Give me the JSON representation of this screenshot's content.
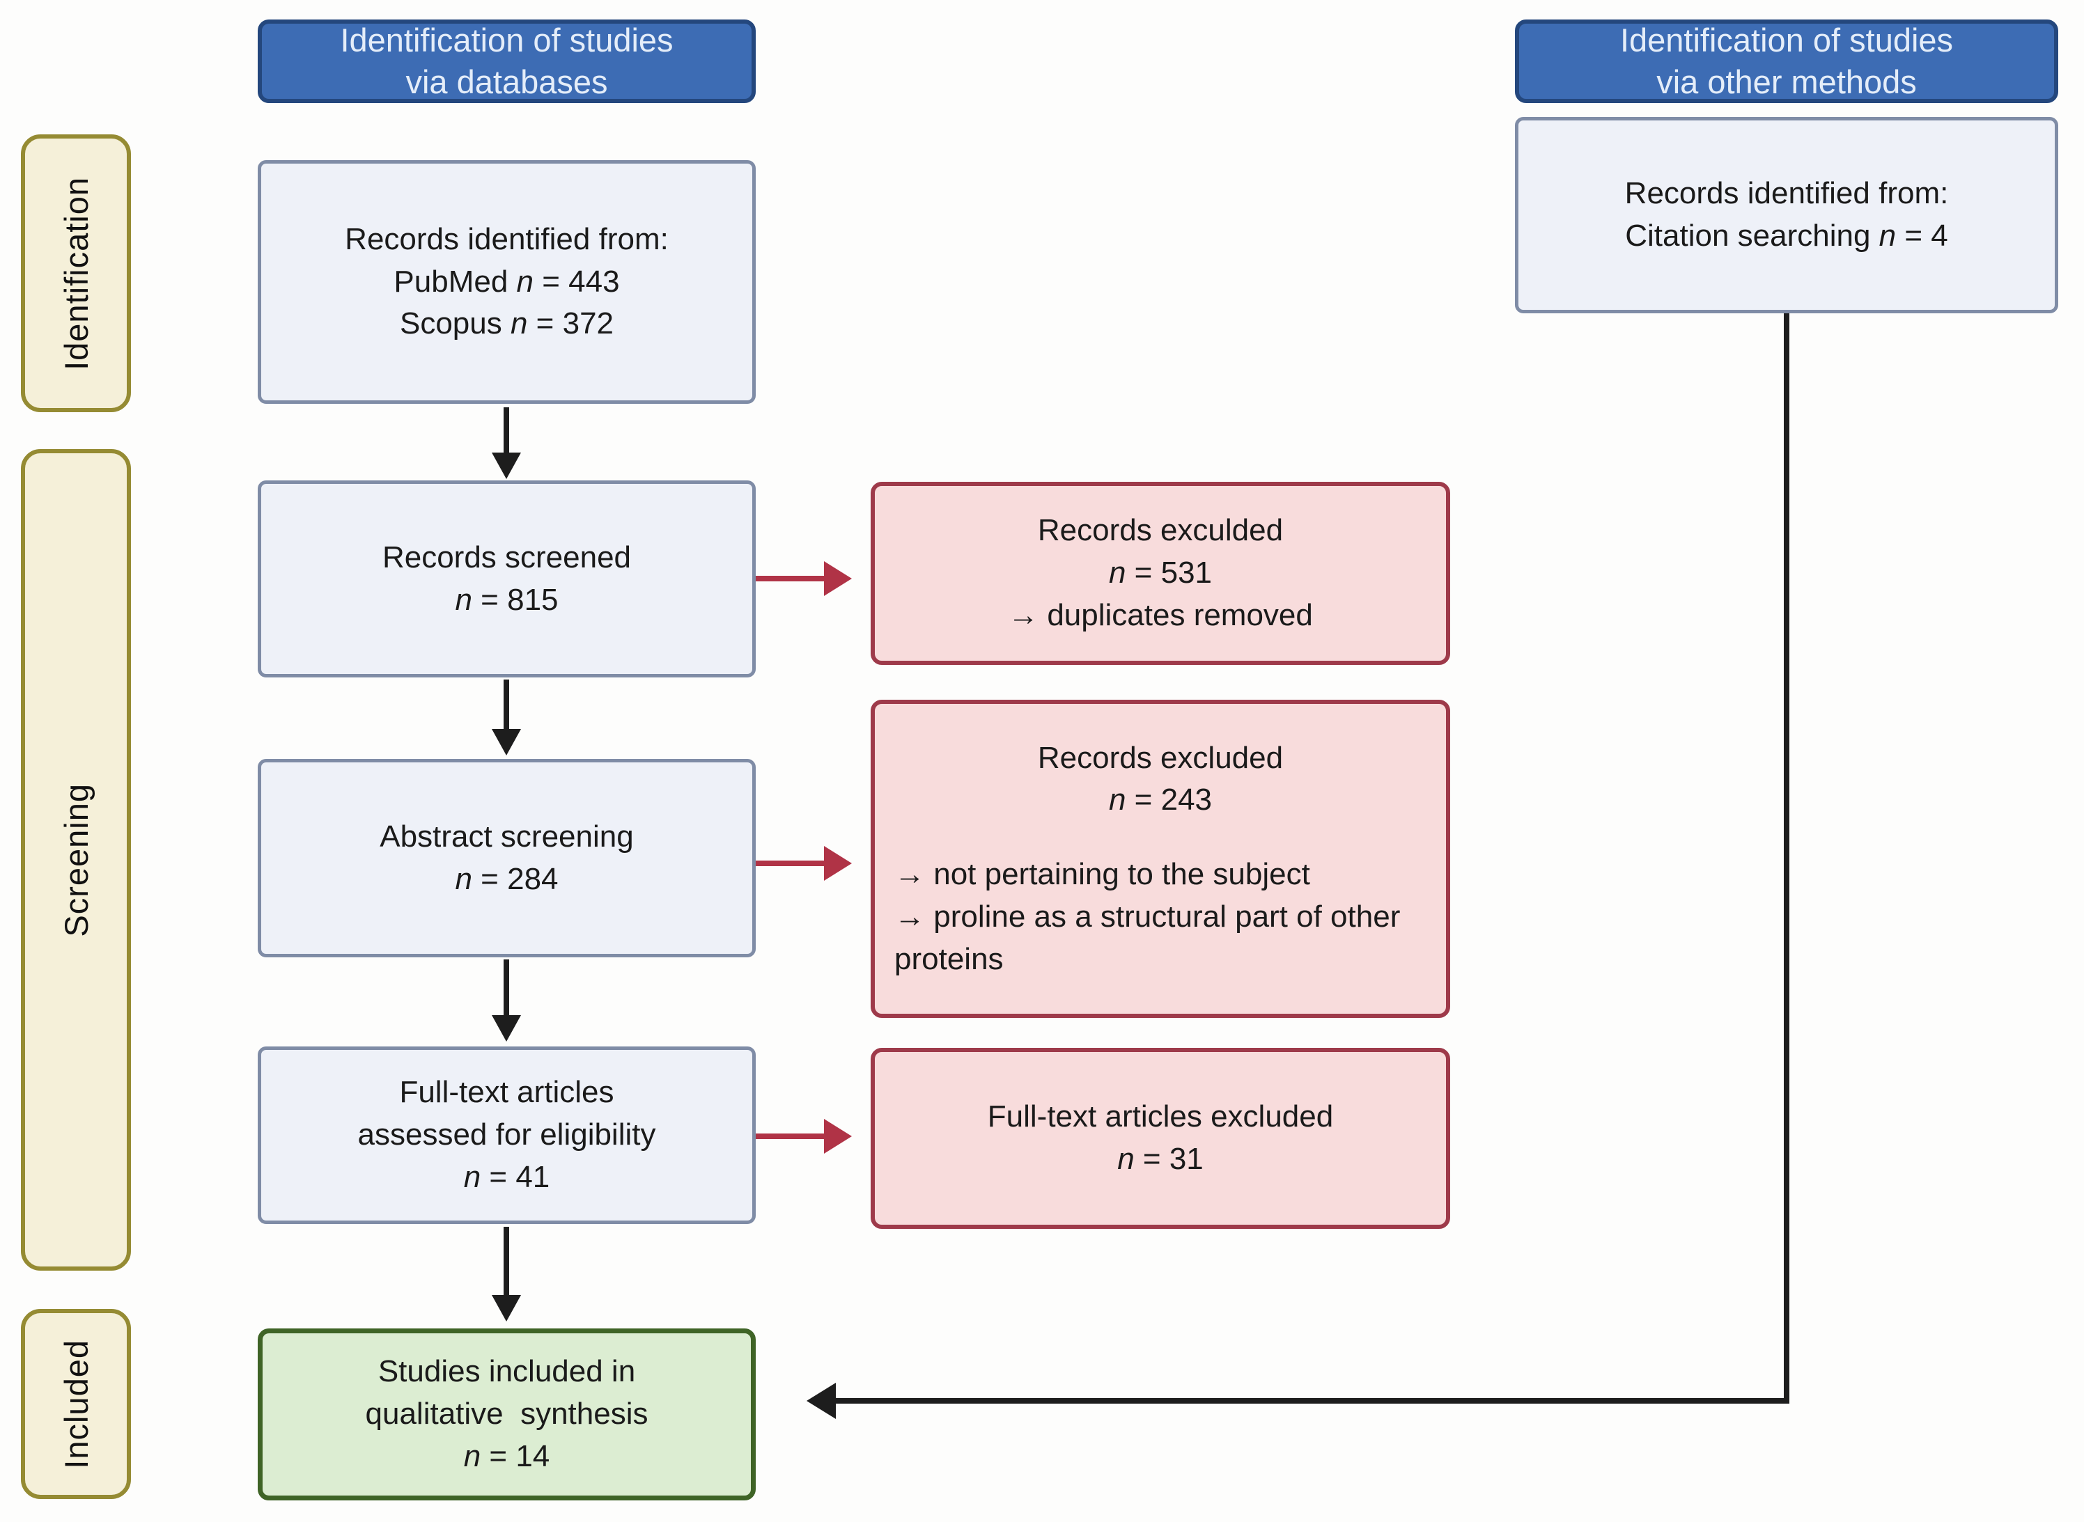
{
  "colors": {
    "header_fill": "#3d6cb4",
    "header_border": "#24477d",
    "header_text": "#e4edf9",
    "box_fill": "#eef1f8",
    "box_border": "#7f8ca6",
    "red_fill": "#f8dcdc",
    "red_border": "#9e3a4a",
    "green_fill": "#dcedd2",
    "green_border": "#3f6426",
    "label_fill": "#f5f0d9",
    "label_border": "#958b33",
    "arrow_black": "#1d1d1d",
    "arrow_red": "#b03346"
  },
  "stage_labels": {
    "identification": "Identification",
    "screening": "Screening",
    "included": "Included"
  },
  "headers": {
    "databases": {
      "line1": "Identification of studies",
      "line2": "via databases"
    },
    "other": {
      "line1": "Identification of studies",
      "line2": "via other methods"
    }
  },
  "boxes": {
    "records_identified": {
      "title": "Records identified from:",
      "items": [
        {
          "pre": "PubMed ",
          "n": "n",
          "post": " = 443"
        },
        {
          "pre": "Scopus ",
          "n": "n",
          "post": " = 372"
        }
      ]
    },
    "records_screened": {
      "title": "Records screened",
      "n": "n",
      "post": " = 815"
    },
    "abstract_screening": {
      "title": "Abstract screening",
      "n": "n",
      "post": " = 284"
    },
    "fulltext_assessed": {
      "line1": "Full-text articles",
      "line2": "assessed for eligibility",
      "n": "n",
      "post": " = 41"
    },
    "studies_included": {
      "line1": "Studies included in",
      "line2": "qualitative  synthesis",
      "n": "n",
      "post": " = 14"
    },
    "records_excluded_1": {
      "title": "Records exculded",
      "n": "n",
      "post": " = 531",
      "bullets": [
        "→ duplicates removed"
      ]
    },
    "records_excluded_2": {
      "title": "Records excluded",
      "n": "n",
      "post": " = 243",
      "bullets": [
        "→ not pertaining to the subject",
        "→ proline as a structural part of other proteins"
      ]
    },
    "fulltext_excluded": {
      "title": "Full-text articles excluded",
      "n": "n",
      "post": " = 31"
    },
    "citation": {
      "title": "Records identified from:",
      "pre": "Citation searching ",
      "n": "n",
      "post": " = 4"
    }
  }
}
